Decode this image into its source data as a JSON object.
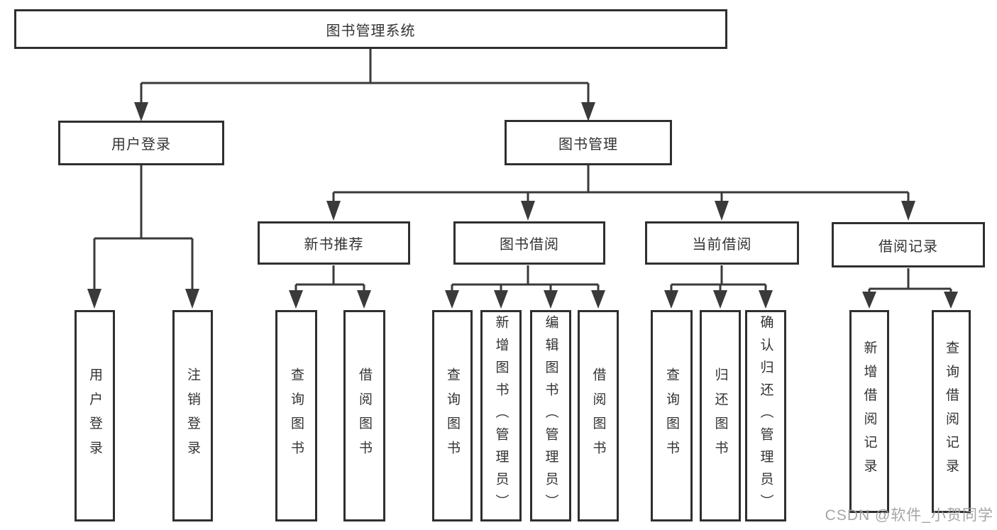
{
  "colors": {
    "line": "#3a3a3a",
    "border": "#2f2f2f",
    "text": "#333333",
    "watermark": "#9e9e9e",
    "background": "#ffffff"
  },
  "watermark": {
    "text": "CSDN @软件_小贺同学"
  },
  "tree": {
    "label": "图书管理系统",
    "children": [
      {
        "label": "用户登录",
        "children": [
          {
            "label": "用户登录"
          },
          {
            "label": "注销登录"
          }
        ]
      },
      {
        "label": "图书管理",
        "children": [
          {
            "label": "新书推荐",
            "children": [
              {
                "label": "查询图书"
              },
              {
                "label": "借阅图书"
              }
            ]
          },
          {
            "label": "图书借阅",
            "children": [
              {
                "label": "查询图书"
              },
              {
                "label": "新增图书（管理员）"
              },
              {
                "label": "编辑图书（管理员）"
              },
              {
                "label": "借阅图书"
              }
            ]
          },
          {
            "label": "当前借阅",
            "children": [
              {
                "label": "查询图书"
              },
              {
                "label": "归还图书"
              },
              {
                "label": "确认归还（管理员）"
              }
            ]
          },
          {
            "label": "借阅记录",
            "children": [
              {
                "label": "新增借阅记录"
              },
              {
                "label": "查询借阅记录"
              }
            ]
          }
        ]
      }
    ]
  }
}
